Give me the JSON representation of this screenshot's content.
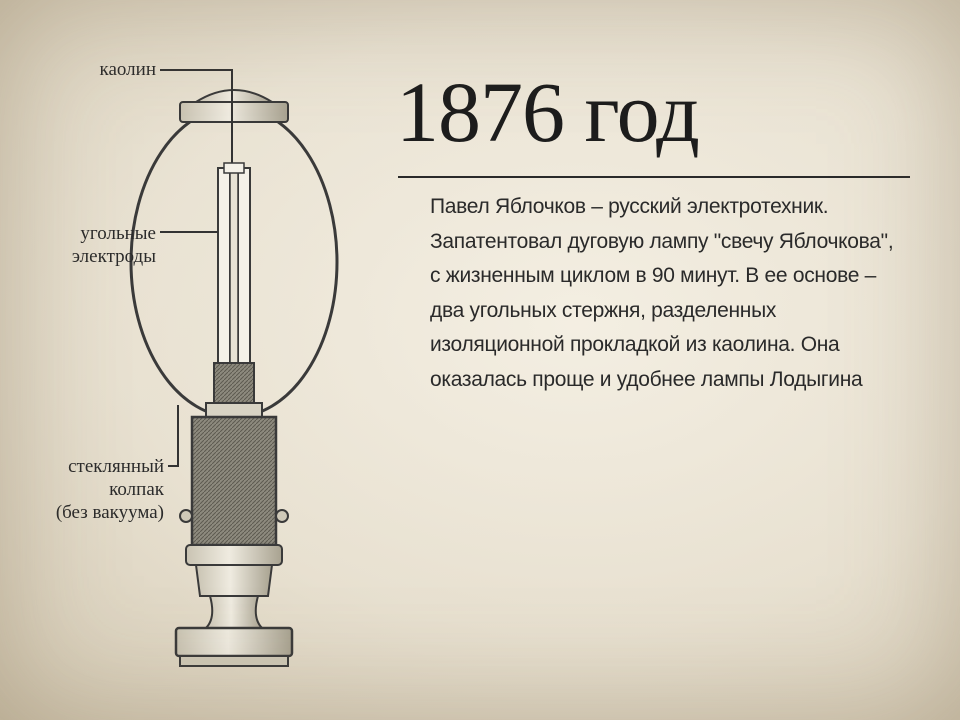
{
  "labels": {
    "kaolin": "каолин",
    "electrodes_line1": "угольные",
    "electrodes_line2": "электроды",
    "glass_line1": "стеклянный",
    "glass_line2": "колпак",
    "glass_line3": "(без вакуума)"
  },
  "title": "1876 год",
  "description": [
    "Павел Яблочков – русский электротехник.",
    "Запатентовал дуговую лампу \"свечу Яблочкова\",",
    "с жизненным циклом в 90 минут. В ее основе –",
    "два угольных стержня, разделенных",
    "изоляционной прокладкой из каолина. Она",
    "оказалась проще и удобнее лампы Лодыгина"
  ]
}
